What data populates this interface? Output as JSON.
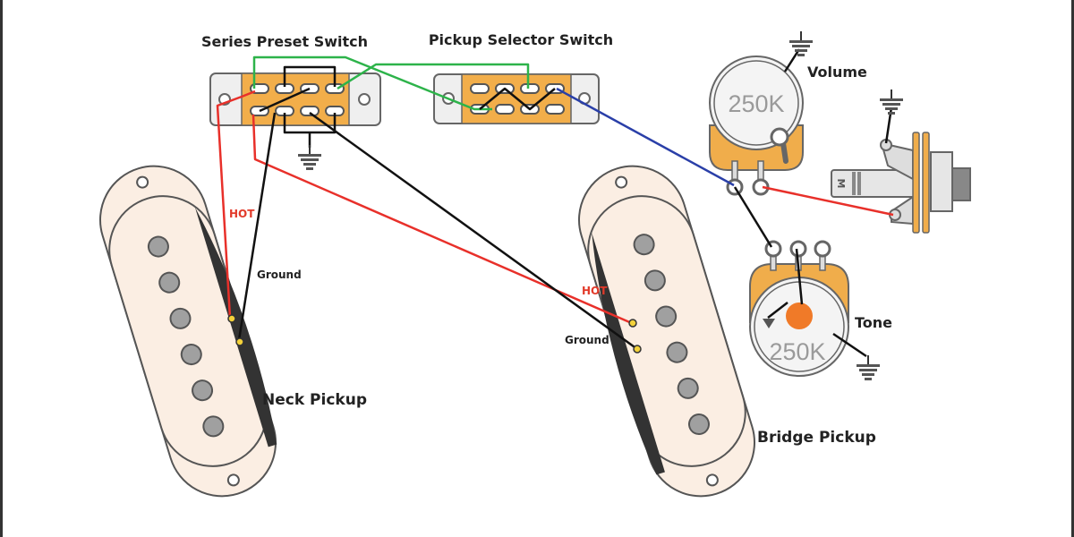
{
  "diagram": {
    "title": "Mod Wiring Diagram",
    "labels": {
      "series_switch": "Series Preset Switch",
      "selector_switch": "Pickup Selector Switch",
      "volume": "Volume",
      "tone": "Tone",
      "neck_pickup": "Neck Pickup",
      "bridge_pickup": "Bridge Pickup",
      "neck_hot": "HOT",
      "neck_ground": "Ground",
      "bridge_hot": "HOT",
      "bridge_ground": "Ground"
    },
    "volume_pot_value": "250K",
    "tone_pot_value": "250K",
    "jack_marking": "M",
    "colors": {
      "hot_wire": "#e8302a",
      "ground_wire": "#111111",
      "green_wire": "#2db34a",
      "blue_wire": "#2a3fa8",
      "switch_body": "#f2ae4a",
      "pot_body": "#f0ad4b",
      "pickup_cover": "#fbeee3",
      "pole_piece": "#a0a0a0",
      "capacitor": "#f07a28"
    }
  }
}
